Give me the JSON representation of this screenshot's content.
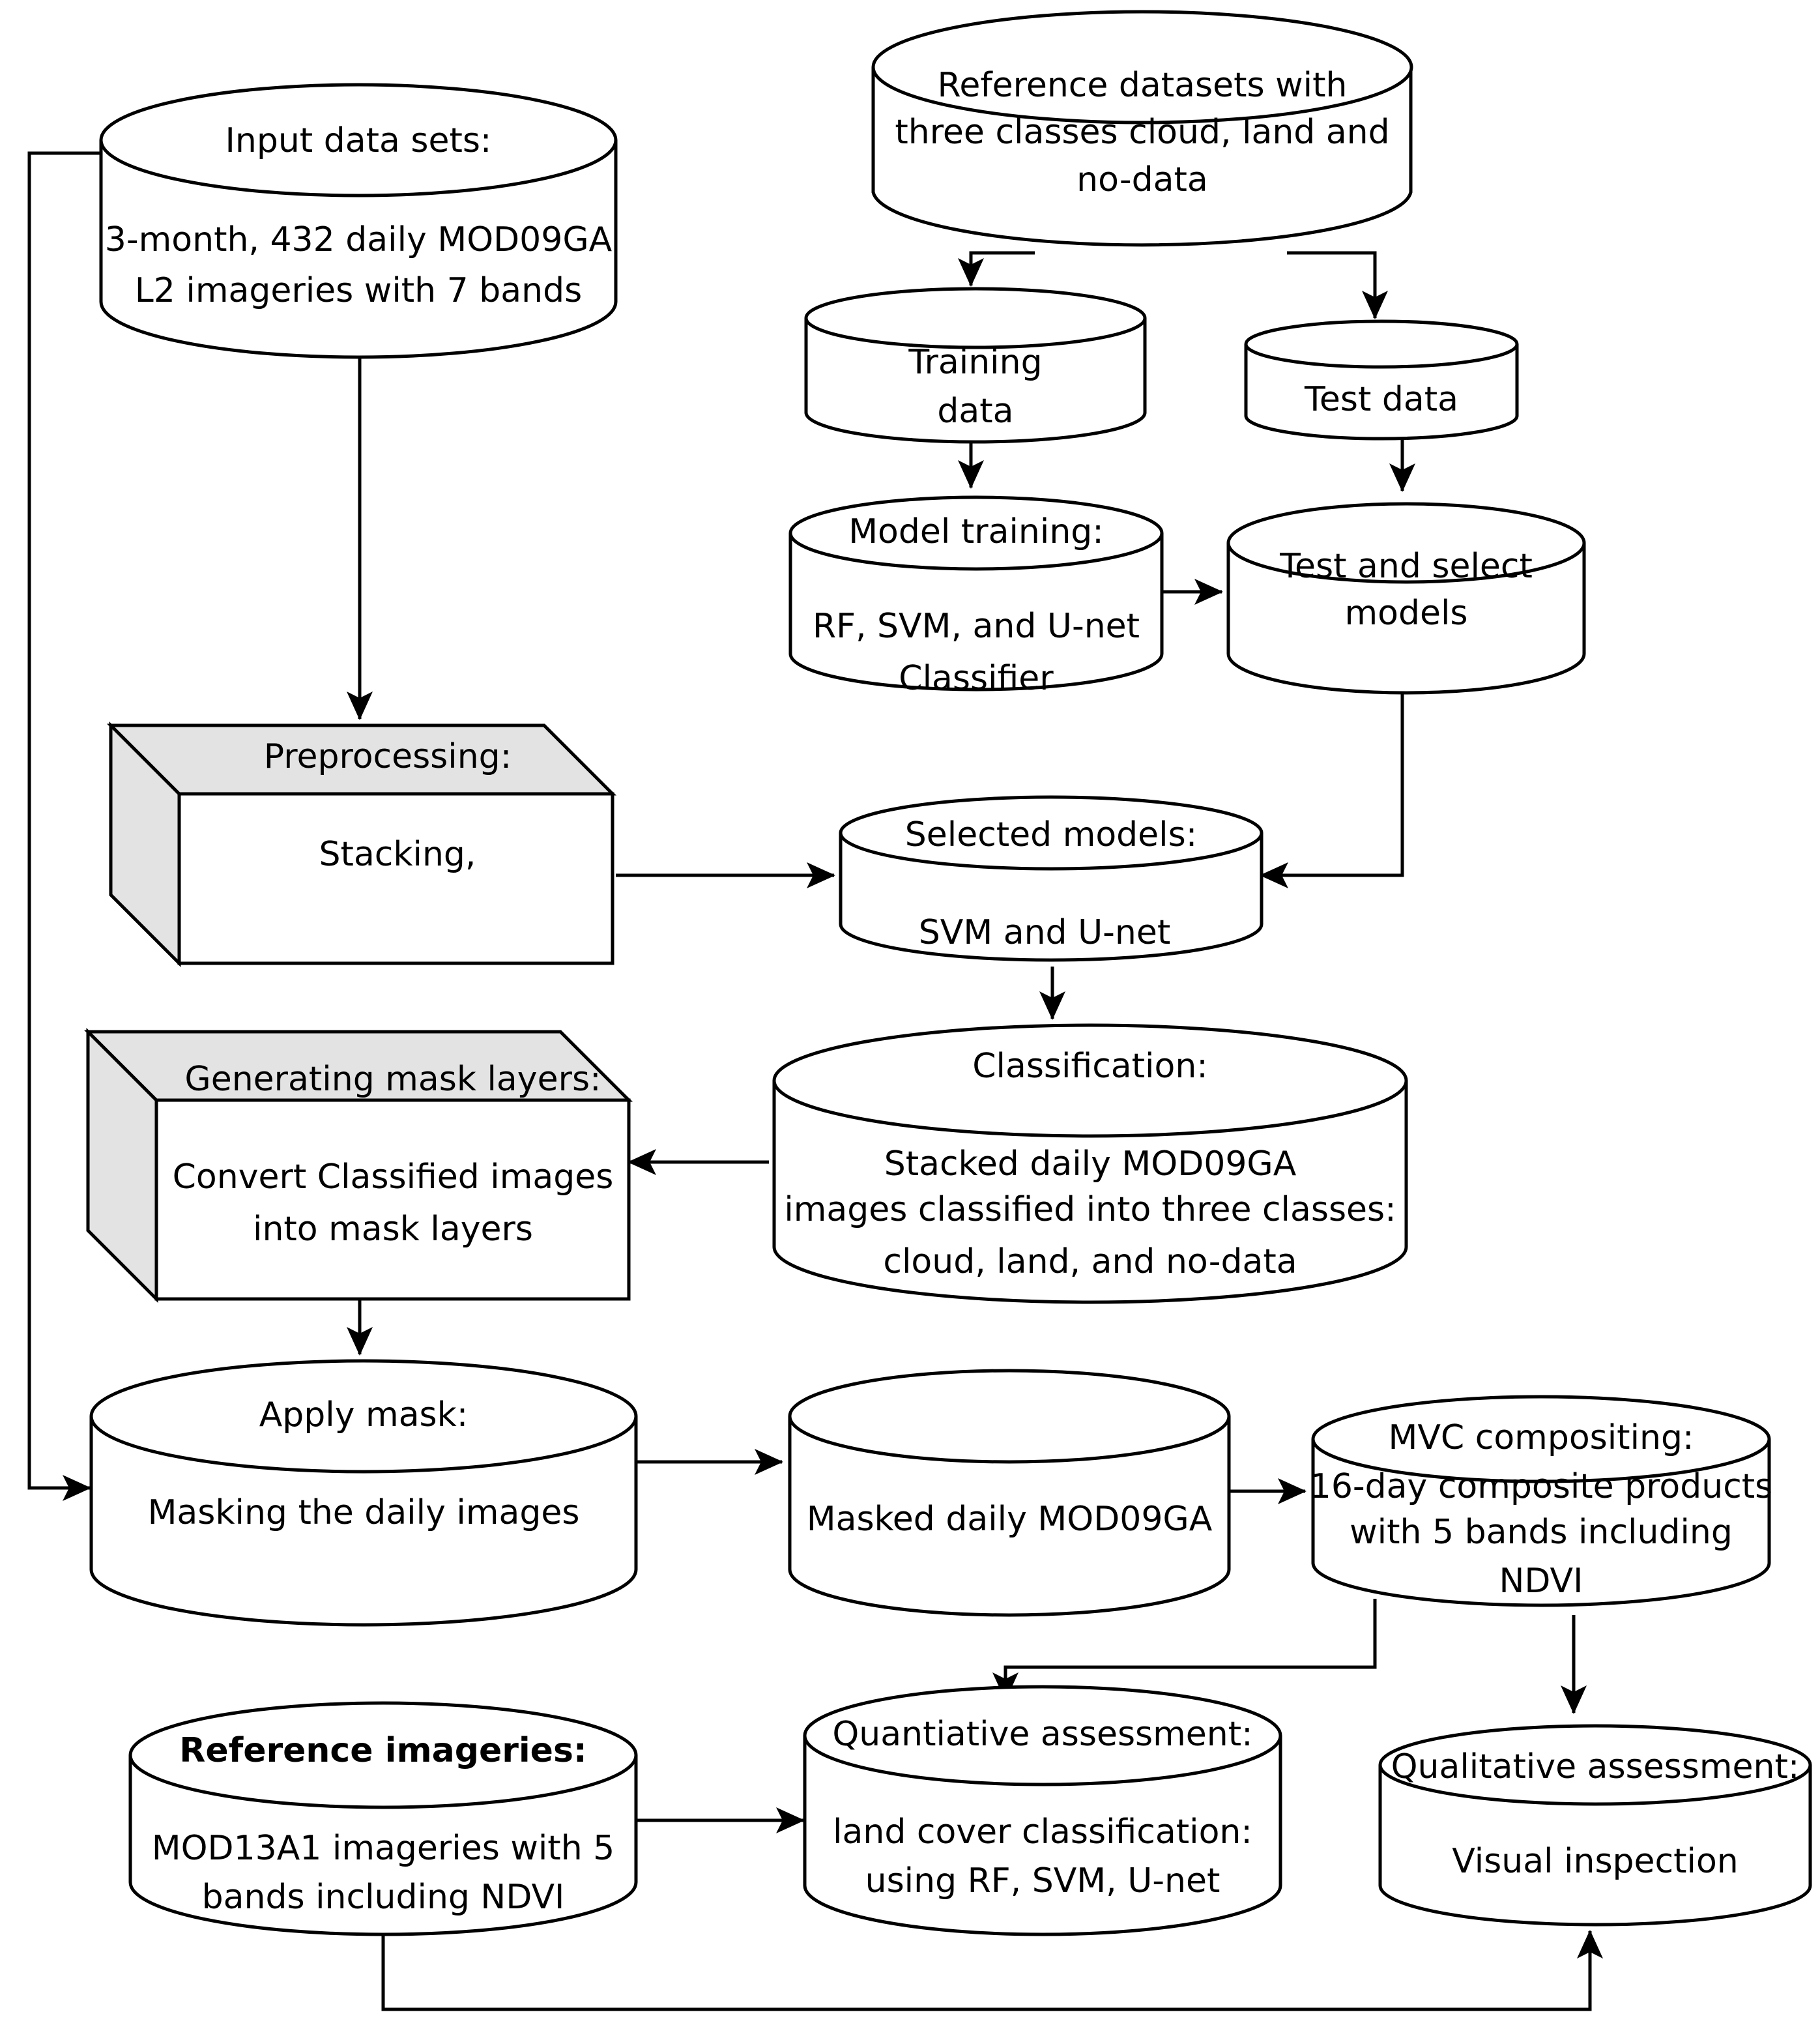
{
  "nodes": {
    "input": {
      "label": "Input data sets:",
      "line1": "3-month, 432 daily MOD09GA",
      "line2": "L2 imageries with 7 bands"
    },
    "reference_datasets": {
      "line1": "Reference datasets with",
      "line2": "three classes cloud, land and",
      "line3": "no-data"
    },
    "training_data": {
      "line1": "Training",
      "line2": "data"
    },
    "test_data": {
      "line1": "Test data"
    },
    "model_training": {
      "label": "Model training:",
      "line1": "RF, SVM, and U-net",
      "line2": "Classifier"
    },
    "test_select": {
      "line1": "Test and select",
      "line2": "models"
    },
    "preprocessing": {
      "label": "Preprocessing:",
      "line1": "Stacking,"
    },
    "selected_models": {
      "label": "Selected models:",
      "line1": "SVM and U-net"
    },
    "classification": {
      "label": "Classification:",
      "line1": "Stacked daily MOD09GA",
      "line2": "images classified into three classes:",
      "line3": "cloud, land, and no-data"
    },
    "mask_layers": {
      "label": "Generating mask layers:",
      "line1": "Convert Classified images",
      "line2": "into mask layers"
    },
    "apply_mask": {
      "label": "Apply mask:",
      "line1": "Masking the daily images"
    },
    "masked_daily": {
      "line1": "Masked daily MOD09GA"
    },
    "mvc": {
      "label": "MVC compositing:",
      "line1": "16-day composite products",
      "line2": "with  5 bands including",
      "line3": "NDVI"
    },
    "reference_imageries": {
      "label": "Reference imageries:",
      "line1": "MOD13A1 imageries with 5",
      "line2": "bands including NDVI"
    },
    "quantitative": {
      "label": "Quantiative assessment:",
      "line1": "land cover classification:",
      "line2": "using RF, SVM, U-net"
    },
    "qualitative": {
      "label": "Qualitative assessment:",
      "line1": "Visual inspection"
    }
  }
}
